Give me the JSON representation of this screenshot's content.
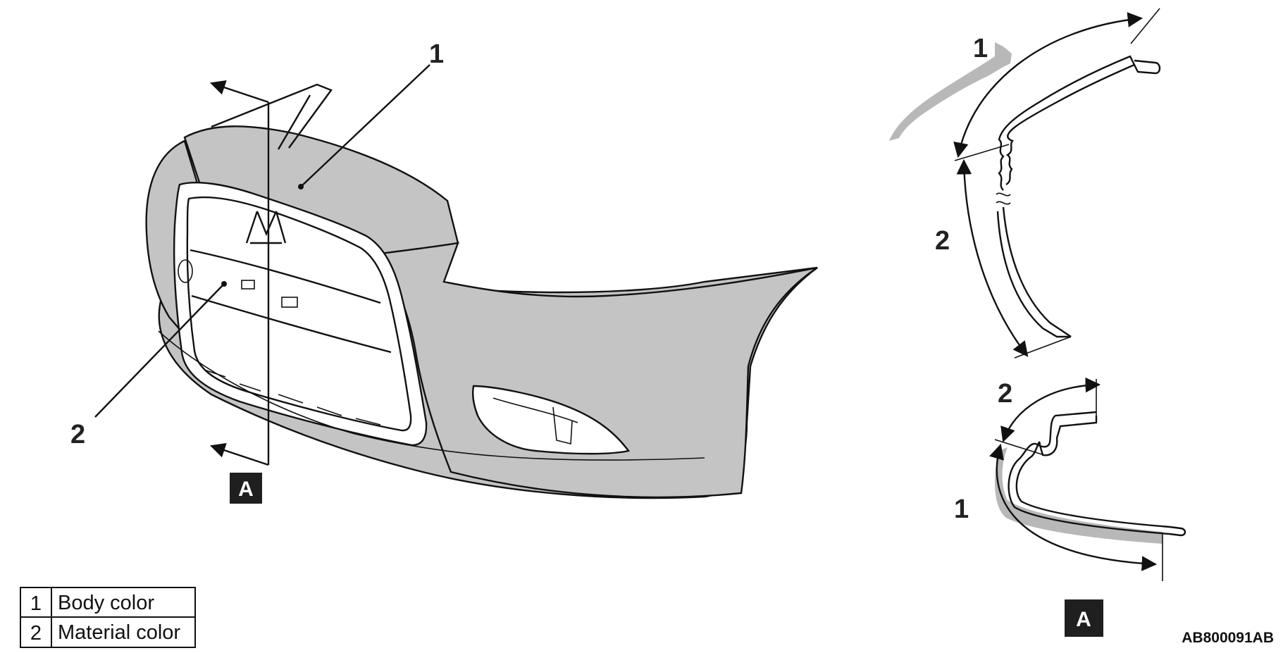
{
  "colors": {
    "body_color_fill": "#c4c4c4",
    "outline": "#111111",
    "tag_fill": "#1f1f1f",
    "paint_band": "#b8b8b8"
  },
  "main_view": {
    "callout_1": "1",
    "callout_2": "2",
    "section_tag": "A"
  },
  "section_view": {
    "upper_callout_1": "1",
    "upper_callout_2": "2",
    "lower_callout_2": "2",
    "lower_callout_1": "1",
    "section_tag": "A"
  },
  "legend": {
    "rows": [
      {
        "number": "1",
        "label": "Body color"
      },
      {
        "number": "2",
        "label": "Material color"
      }
    ]
  },
  "figure_code": "AB800091AB"
}
